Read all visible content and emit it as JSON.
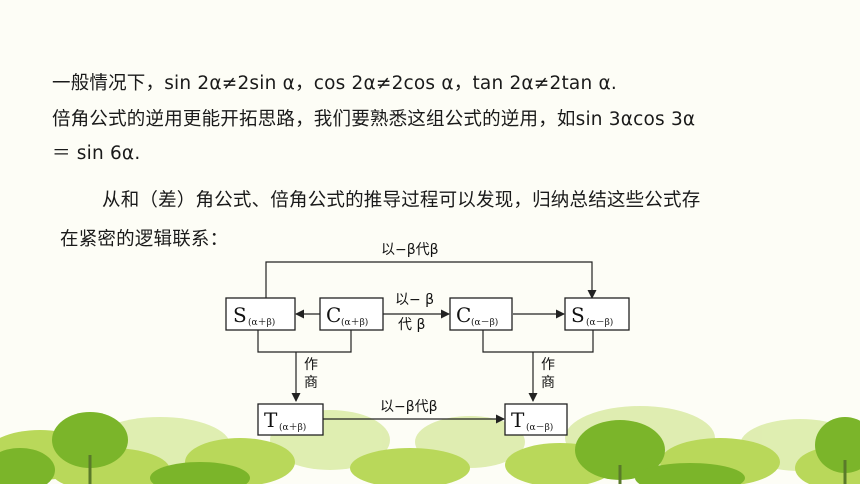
{
  "text": {
    "line1": "一般情况下，sin 2α≠2sin α，cos 2α≠2cos α，tan 2α≠2tan α.",
    "line2": "倍角公式的逆用更能开拓思路，我们要熟悉这组公式的逆用，如sin 3αcos 3α",
    "line3": "＝ sin 6α.",
    "line4": "从和（差）角公式、倍角公式的推导过程可以发现，归纳总结这些公式存",
    "line5": "在紧密的逻辑联系："
  },
  "diagram": {
    "top_arrow_label": "以−β代β",
    "mid_arrow_label_top": "以− β",
    "mid_arrow_label_bottom": "代 β",
    "bottom_arrow_label": "以−β代β",
    "left_down_label_1": "作",
    "left_down_label_2": "商",
    "right_down_label_1": "作",
    "right_down_label_2": "商",
    "boxes": {
      "s_plus": {
        "main": "S",
        "sub": "(α＋β)"
      },
      "c_plus": {
        "main": "C",
        "sub": "(α＋β)"
      },
      "c_minus": {
        "main": "C",
        "sub": "(α－β)"
      },
      "s_minus": {
        "main": "S",
        "sub": "(α－β)"
      },
      "t_plus": {
        "main": "T",
        "sub": "(α＋β)"
      },
      "t_minus": {
        "main": "T",
        "sub": "(α－β)"
      }
    }
  },
  "colors": {
    "background": "#fdfdf6",
    "tree_dark": "#7bb52a",
    "tree_light": "#b9d85a",
    "tree_pale": "#dcecaa"
  }
}
